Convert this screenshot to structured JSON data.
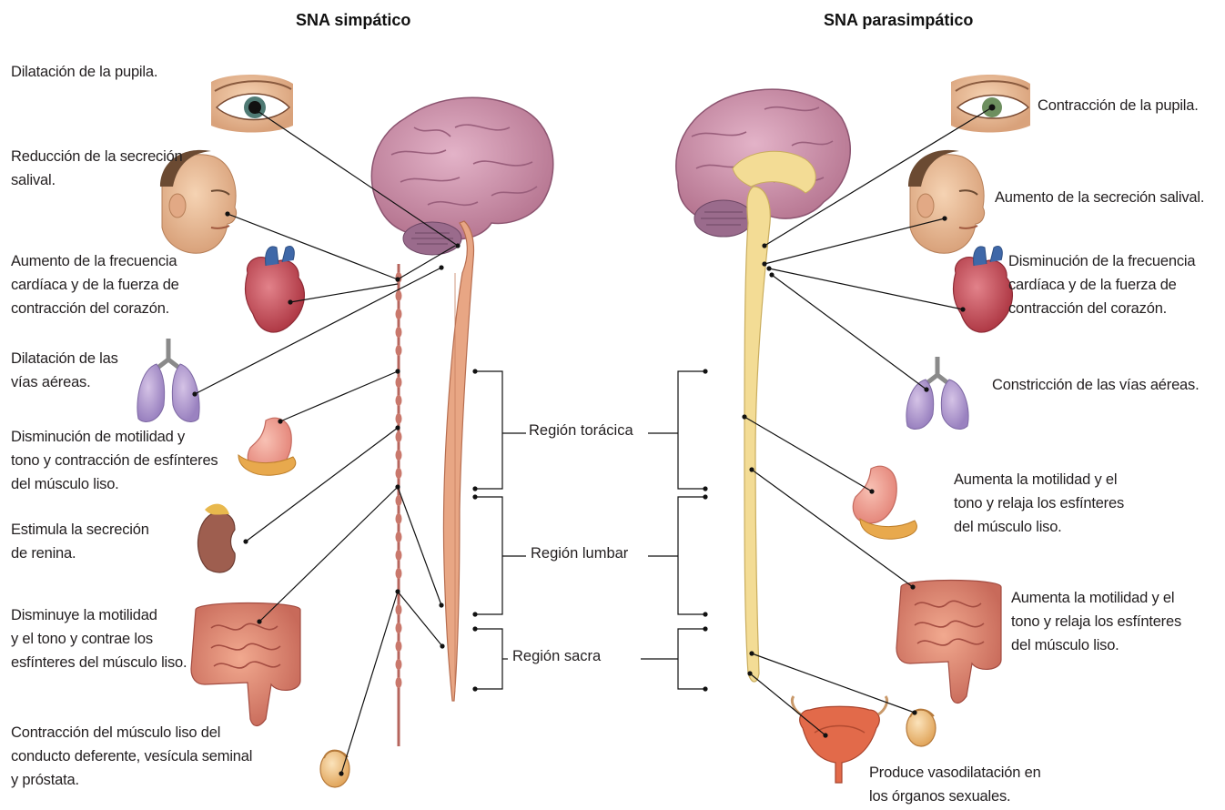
{
  "headers": {
    "sympathetic": "SNA simpático",
    "parasympathetic": "SNA parasimpático"
  },
  "regions": {
    "thoracic": "Región torácica",
    "lumbar": "Región lumbar",
    "sacral": "Región sacra"
  },
  "sympathetic_effects": {
    "pupil": "Dilatación de la pupila.",
    "saliva": "Reducción de la secreción\nsalival.",
    "heart": "Aumento de la frecuencia\ncardíaca y de la fuerza de\ncontracción del corazón.",
    "lungs": "Dilatación de las\nvías aéreas.",
    "stomach": "Disminución de motilidad y\ntono y contracción de esfínteres\ndel músculo liso.",
    "kidney": "Estimula la secreción\nde renina.",
    "intestine": "Disminuye la motilidad\ny el tono y contrae los\nesfínteres del músculo liso.",
    "reproductive": "Contracción del músculo liso del\nconducto deferente, vesícula seminal\ny próstata."
  },
  "parasympathetic_effects": {
    "pupil": "Contracción de la pupila.",
    "saliva": "Aumento de la secreción salival.",
    "heart": "Disminución de la frecuencia\ncardíaca y de la fuerza de\ncontracción del corazón.",
    "lungs": "Constricción de las vías aéreas.",
    "stomach": "Aumenta la motilidad y el\ntono y relaja los esfínteres\ndel músculo liso.",
    "intestine": "Aumenta la motilidad y el\ntono y relaja los esfínteres\ndel músculo liso.",
    "reproductive": "Produce vasodilatación en\nlos órganos sexuales."
  },
  "icons": {
    "eye": "eye-icon",
    "face": "face-icon",
    "heart": "heart-icon",
    "lungs": "lungs-icon",
    "stomach": "stomach-icon",
    "kidney": "kidney-icon",
    "intestine": "intestine-icon",
    "testis": "testis-icon",
    "bladder": "bladder-icon",
    "brain": "brain-icon",
    "spinal_cord": "spinal-cord-icon"
  },
  "colors": {
    "brain": "#c98aa3",
    "cerebellum": "#9a6b8c",
    "sympathetic_cord": "#e8a684",
    "parasympathetic_cord": "#f3dc95",
    "ganglion": "#c9786c",
    "organ_red": "#c94c4c",
    "line": "#111111"
  }
}
